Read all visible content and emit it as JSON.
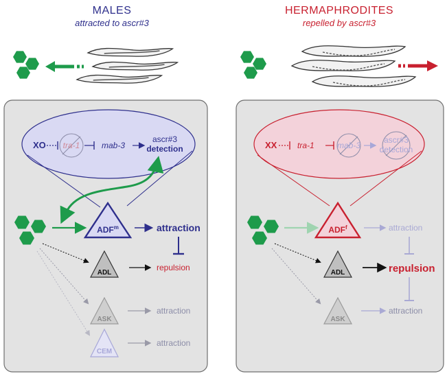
{
  "colors": {
    "male": "#2e2f8c",
    "herm": "#c8202f",
    "green": "#1e9b4b",
    "gray_text": "#8c8da8",
    "panel_bg": "#e3e3e3",
    "panel_border": "#6f6f6f",
    "male_ellipse": "#d9d9f3",
    "herm_ellipse": "#f3d2da"
  },
  "males": {
    "title": "MALES",
    "subtitle": "attracted to ascr#3",
    "genotype": "XO",
    "tra1": "tra-1",
    "mab3": "mab-3",
    "detection_line1": "ascr#3",
    "detection_line2": "detection",
    "adf_label": "ADF",
    "adf_superscript": "m",
    "adf_output": "attraction",
    "adl_label": "ADL",
    "adl_output": "repulsion",
    "ask_label": "ASK",
    "ask_output": "attraction",
    "cem_label": "CEM",
    "cem_output": "attraction"
  },
  "herms": {
    "title": "HERMAPHRODITES",
    "subtitle": "repelled by ascr#3",
    "genotype": "XX",
    "tra1": "tra-1",
    "mab3": "mab-3",
    "detection_line1": "ascr#3",
    "detection_line2": "detection",
    "adf_label": "ADF",
    "adf_superscript": "f",
    "adf_output": "attraction",
    "adl_label": "ADL",
    "adl_output": "repulsion",
    "ask_label": "ASK",
    "ask_output": "attraction"
  }
}
